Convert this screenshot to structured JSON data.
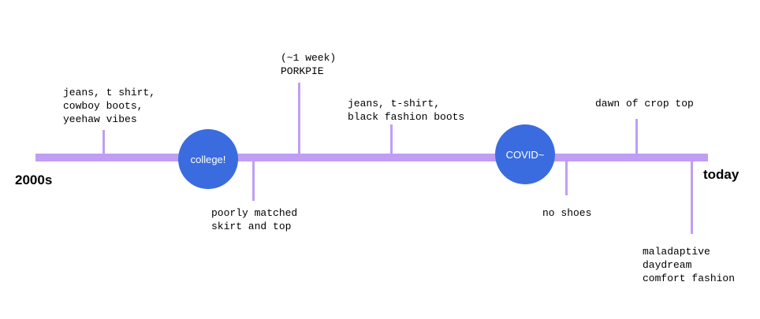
{
  "timeline": {
    "start_label": "2000s",
    "end_label": "today",
    "color": "#c09ef5"
  },
  "milestones": [
    {
      "label": "college!",
      "color": "#3a6cdf"
    },
    {
      "label": "COVID~",
      "color": "#3a6cdf"
    }
  ],
  "events": [
    {
      "text": "jeans, t shirt,\ncowboy boots,\nyeehaw vibes",
      "side": "above"
    },
    {
      "text": "poorly matched\nskirt and top",
      "side": "below"
    },
    {
      "text": "(~1 week)\nPORKPIE",
      "side": "above"
    },
    {
      "text": "jeans, t-shirt,\nblack fashion boots",
      "side": "above"
    },
    {
      "text": "no shoes",
      "side": "below"
    },
    {
      "text": "dawn of crop top",
      "side": "above"
    },
    {
      "text": "maladaptive\ndaydream\ncomfort fashion",
      "side": "below"
    }
  ]
}
